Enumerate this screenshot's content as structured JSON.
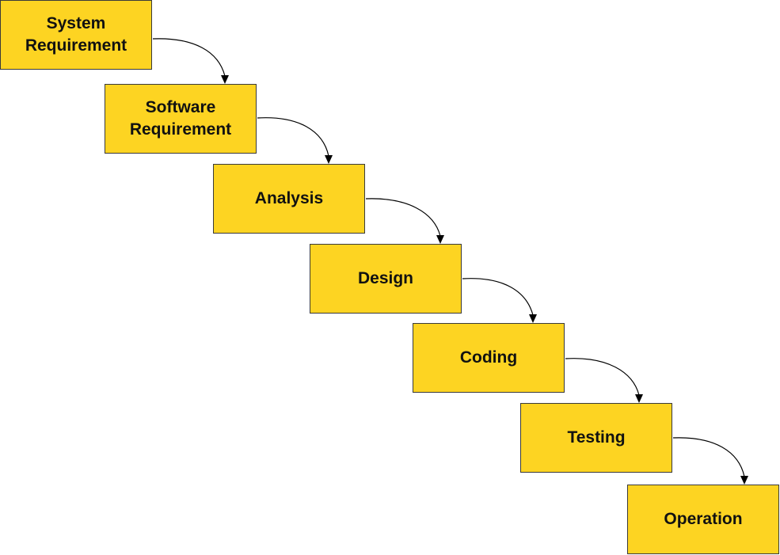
{
  "diagram": {
    "type": "waterfall",
    "steps": [
      {
        "label": "System\nRequirement"
      },
      {
        "label": "Software\nRequirement"
      },
      {
        "label": "Analysis"
      },
      {
        "label": "Design"
      },
      {
        "label": "Coding"
      },
      {
        "label": "Testing"
      },
      {
        "label": "Operation"
      }
    ],
    "connections": [
      {
        "from": "System\nRequirement",
        "to": "Software\nRequirement"
      },
      {
        "from": "Software\nRequirement",
        "to": "Analysis"
      },
      {
        "from": "Analysis",
        "to": "Design"
      },
      {
        "from": "Design",
        "to": "Coding"
      },
      {
        "from": "Coding",
        "to": "Testing"
      },
      {
        "from": "Testing",
        "to": "Operation"
      }
    ],
    "colors": {
      "box_fill": "#fdd422",
      "box_border": "#3a3a3a",
      "text": "#111111",
      "arrow": "#000000"
    }
  }
}
